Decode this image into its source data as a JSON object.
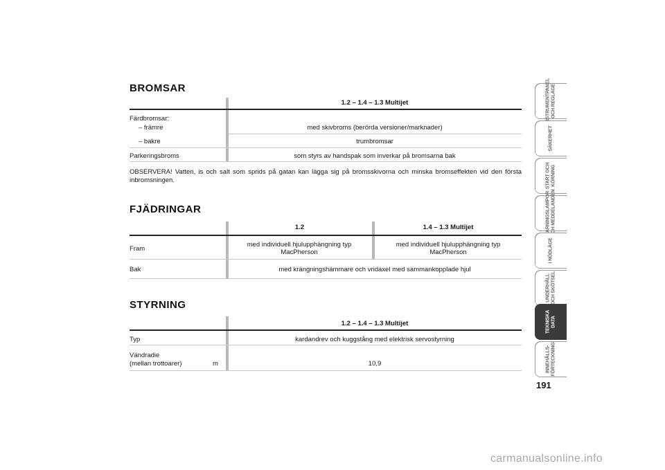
{
  "bromsar": {
    "heading": "BROMSAR",
    "col_header": "1.2 – 1.4 – 1.3 Multijet",
    "rows": [
      {
        "label": "Färdbromsar:",
        "value": ""
      },
      {
        "label": "– främre",
        "value": "med skivbroms (berörda versioner/marknader)"
      },
      {
        "label": "– bakre",
        "value": "trumbromsar"
      },
      {
        "label": "Parkeringsbroms",
        "value": "som styrs av handspak som inverkar på bromsarna bak"
      }
    ],
    "note": "OBSERVERA! Vatten, is och salt som sprids på gatan kan lägga sig på bromsskivorna och minska bromseffekten vid den första inbromsningen."
  },
  "fjadringar": {
    "heading": "FJÄDRINGAR",
    "col_headers": [
      "1.2",
      "1.4 – 1.3 Multijet"
    ],
    "rows": [
      {
        "label": "Fram",
        "values": [
          "med individuell hjulupphängning typ MacPherson",
          "med individuell hjulupphängning typ MacPherson"
        ]
      },
      {
        "label": "Bak",
        "value": "med krängningshämmare och vridaxel med sammankopplade hjul"
      }
    ]
  },
  "styrning": {
    "heading": "STYRNING",
    "col_header": "1.2 – 1.4 – 1.3 Multijet",
    "rows": [
      {
        "label": "Typ",
        "value": "kardandrev och kuggstång med elektrisk servostyrning"
      },
      {
        "label_line1": "Vändradie",
        "label_line2": "(mellan trottoarer)",
        "unit": "m",
        "value": "10,9"
      }
    ]
  },
  "side_tabs": [
    {
      "label": "INSTRUMENTPANEL\nOCH REGLAGE",
      "active": false
    },
    {
      "label": "SÄKERHET",
      "active": false
    },
    {
      "label": "START OCH\nKÖRNING",
      "active": false
    },
    {
      "label": "VARNINGSLAMPOR\nOCH MEDDELANDEN",
      "active": false
    },
    {
      "label": "I NÖDLÄGE",
      "active": false
    },
    {
      "label": "UNDERHÅLL\nOCH SKÖTSEL",
      "active": false
    },
    {
      "label": "TEKNISKA\nDATA",
      "active": true
    },
    {
      "label": "INNEHÅLLS-\nFÖRTECKNING",
      "active": false
    }
  ],
  "page_number": "191",
  "watermark": "carmanualsonline.info"
}
